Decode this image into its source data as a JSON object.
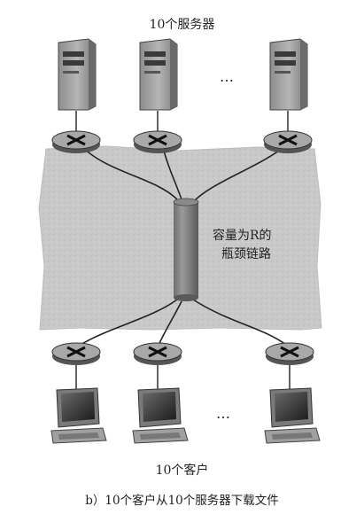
{
  "labels": {
    "servers": "10个服务器",
    "link_line1": "容量为R的",
    "link_line2": "瓶颈链路",
    "clients": "10个客户",
    "caption": "b）10个客户从10个服务器下载文件",
    "servers_ellipsis": "…",
    "clients_ellipsis": "…"
  }
}
